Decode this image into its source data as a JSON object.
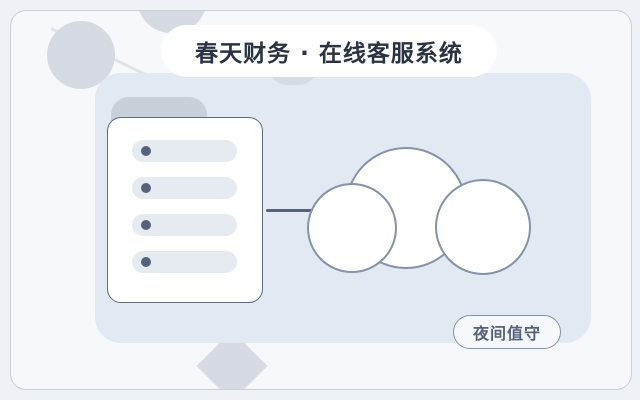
{
  "title": "春天财务 · 在线客服系统",
  "badge": "夜间值守",
  "server": {
    "row_count": 4,
    "icon": "server-icon"
  },
  "cloud": {
    "icon": "cloud-icon"
  },
  "colors": {
    "background": "#eef2f7",
    "card": "#f6f8fc",
    "panel": "#e3e9f2",
    "accent": "#55627a",
    "outline": "#8592a8",
    "decoration": "#d6dbe3"
  }
}
